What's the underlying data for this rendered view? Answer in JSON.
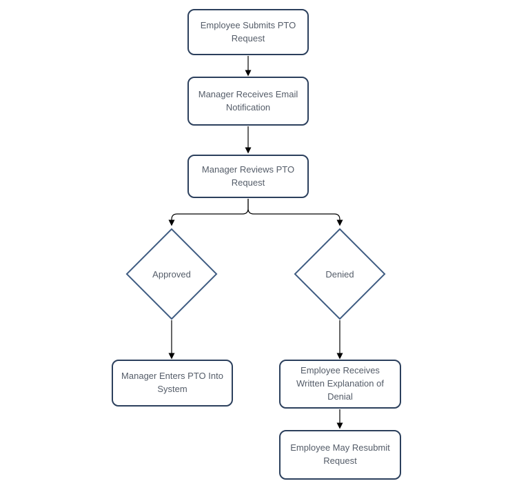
{
  "colors": {
    "background": "#ffffff",
    "process_border": "#2b3f5c",
    "decision_border": "#3f5c82",
    "label_text": "#545c68",
    "connector": "#000000"
  },
  "nodes": {
    "submit": {
      "label": "Employee Submits PTO\nRequest"
    },
    "notify": {
      "label": "Manager Receives Email\nNotification"
    },
    "review": {
      "label": "Manager Reviews PTO\nRequest"
    },
    "approved": {
      "label": "Approved"
    },
    "denied": {
      "label": "Denied"
    },
    "enter": {
      "label": "Manager Enters PTO Into\nSystem"
    },
    "explain": {
      "label": "Employee Receives\nWritten Explanation of\nDenial"
    },
    "resubmit": {
      "label": "Employee May Resubmit\nRequest"
    }
  }
}
